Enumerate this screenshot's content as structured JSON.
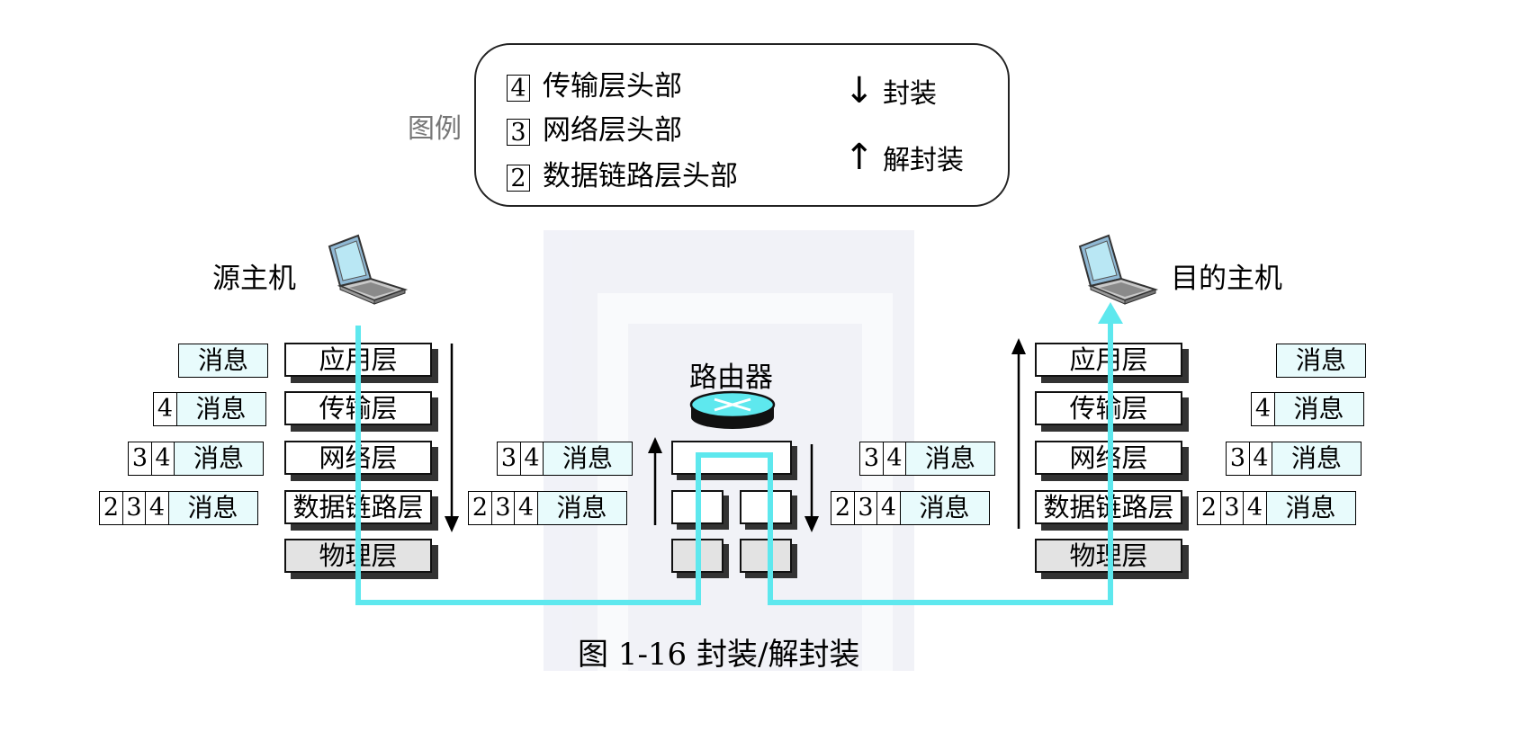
{
  "legend": {
    "caption": "图例",
    "items": [
      {
        "num": "4",
        "label": "传输层头部"
      },
      {
        "num": "3",
        "label": "网络层头部"
      },
      {
        "num": "2",
        "label": "数据链路层头部"
      }
    ],
    "arrows": [
      {
        "glyph": "↓",
        "label": "封装"
      },
      {
        "glyph": "↑",
        "label": "解封装"
      }
    ]
  },
  "source_host": {
    "label": "源主机"
  },
  "dest_host": {
    "label": "目的主机"
  },
  "router": {
    "label": "路由器"
  },
  "layers": [
    "应用层",
    "传输层",
    "网络层",
    "数据链路层",
    "物理层"
  ],
  "message": "消息",
  "figure_caption": "图 1-16    封装/解封装",
  "colors": {
    "path": "#5ee8ee",
    "message_fill": "#e8fbfc",
    "physical_fill": "#e3e3e3"
  }
}
